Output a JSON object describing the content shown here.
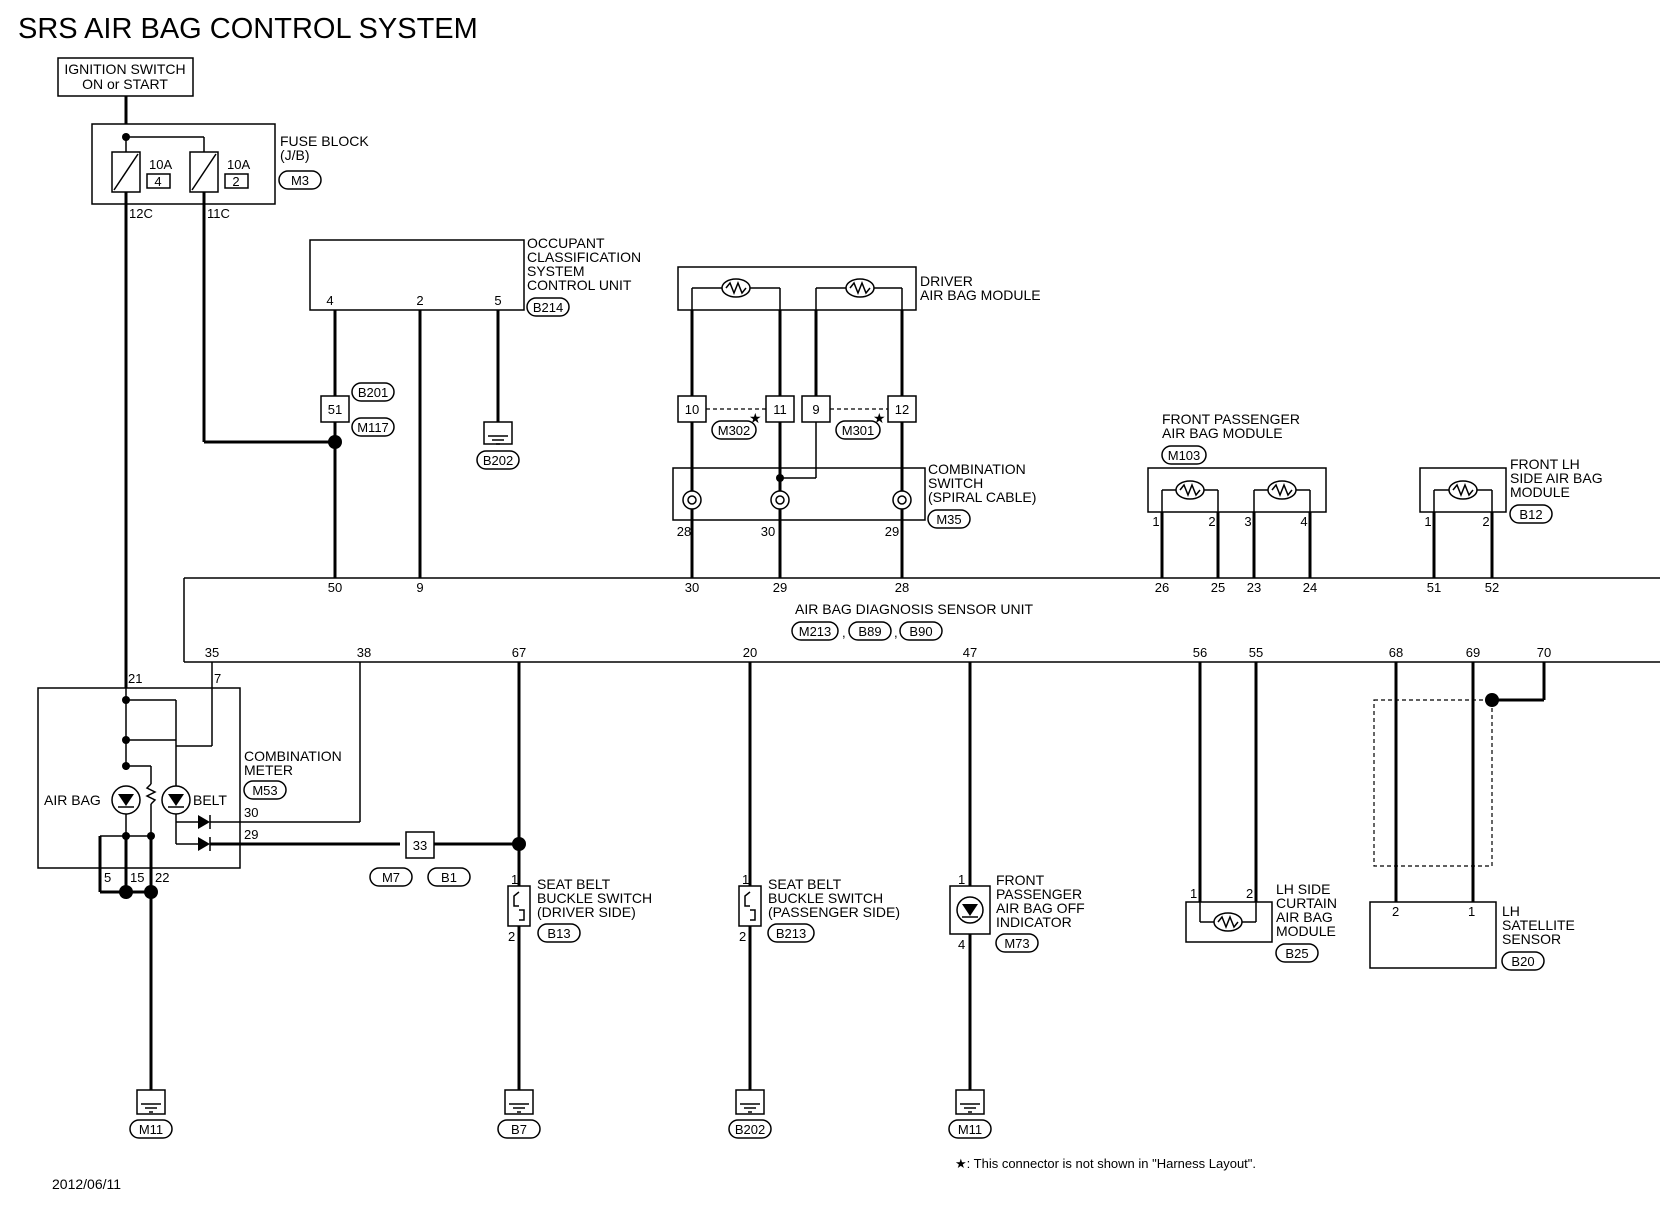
{
  "title": "SRS AIR BAG CONTROL SYSTEM",
  "date": "2012/06/11",
  "footnote": "★: This connector is not shown in \"Harness Layout\".",
  "ignition": {
    "line1": "IGNITION SWITCH",
    "line2": "ON or START"
  },
  "fuse_block": {
    "name1": "FUSE BLOCK",
    "name2": "(J/B)",
    "connector": "M3",
    "fuse_a_rating": "10A",
    "fuse_a_num": "4",
    "fuse_b_rating": "10A",
    "fuse_b_num": "2",
    "out_a": "12C",
    "out_b": "11C"
  },
  "occupant_unit": {
    "name": [
      "OCCUPANT",
      "CLASSIFICATION",
      "SYSTEM",
      "CONTROL UNIT"
    ],
    "connector": "B214",
    "pins": [
      "4",
      "2",
      "5"
    ]
  },
  "joint_51": {
    "pin": "51",
    "conn_a": "B201",
    "conn_b": "M117"
  },
  "ground_b202_top": "B202",
  "driver_module": {
    "name1": "DRIVER",
    "name2": "AIR BAG MODULE"
  },
  "inline": {
    "p10": "10",
    "p11": "11",
    "p9": "9",
    "p12": "12",
    "conn_a": "M302",
    "conn_b": "M301"
  },
  "spiral": {
    "name": [
      "COMBINATION",
      "SWITCH",
      "(SPIRAL CABLE)"
    ],
    "connector": "M35",
    "pins": [
      "28",
      "30",
      "29"
    ]
  },
  "front_pass": {
    "name1": "FRONT PASSENGER",
    "name2": "AIR BAG MODULE",
    "connector": "M103",
    "pins": [
      "1",
      "2",
      "3",
      "4"
    ]
  },
  "front_lh": {
    "name": [
      "FRONT LH",
      "SIDE AIR BAG",
      "MODULE"
    ],
    "connector": "B12",
    "pins": [
      "1",
      "2"
    ]
  },
  "sensor_unit": {
    "name": "AIR BAG DIAGNOSIS SENSOR UNIT",
    "connectors": [
      "M213",
      "B89",
      "B90"
    ],
    "top_pins": [
      "50",
      "9",
      "30",
      "29",
      "28",
      "26",
      "25",
      "23",
      "24",
      "51",
      "52"
    ],
    "bottom_pins": [
      "35",
      "38",
      "67",
      "20",
      "47",
      "56",
      "55",
      "68",
      "69",
      "70"
    ]
  },
  "comb_meter": {
    "name1": "COMBINATION",
    "name2": "METER",
    "connector": "M53",
    "airbag": "AIR BAG",
    "belt": "BELT",
    "pins_top": [
      "21",
      "7"
    ],
    "pins_right": [
      "30",
      "29"
    ],
    "pins_bottom": [
      "5",
      "15",
      "22"
    ]
  },
  "joint_33": {
    "pin": "33",
    "conn_a": "M7",
    "conn_b": "B1"
  },
  "seat_driver": {
    "name": [
      "SEAT BELT",
      "BUCKLE SWITCH",
      "(DRIVER SIDE)"
    ],
    "connector": "B13",
    "pins": [
      "1",
      "2"
    ]
  },
  "seat_pass": {
    "name": [
      "SEAT BELT",
      "BUCKLE SWITCH",
      "(PASSENGER SIDE)"
    ],
    "connector": "B213",
    "pins": [
      "1",
      "2"
    ]
  },
  "indicator": {
    "name": [
      "FRONT",
      "PASSENGER",
      "AIR BAG OFF",
      "INDICATOR"
    ],
    "connector": "M73",
    "pins": [
      "1",
      "4"
    ]
  },
  "lh_curtain": {
    "name": [
      "LH SIDE",
      "CURTAIN",
      "AIR BAG",
      "MODULE"
    ],
    "connector": "B25",
    "pins": [
      "1",
      "2"
    ]
  },
  "lh_satellite": {
    "name": [
      "LH",
      "SATELLITE",
      "SENSOR"
    ],
    "connector": "B20",
    "pins": [
      "2",
      "1"
    ]
  },
  "grounds": [
    "M11",
    "B7",
    "B202",
    "M11"
  ]
}
